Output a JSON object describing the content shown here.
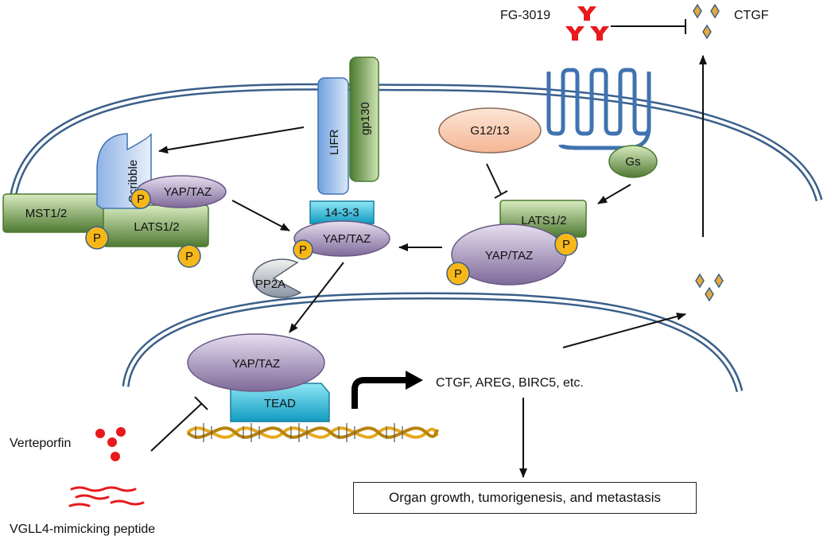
{
  "labels": {
    "fg3019": "FG-3019",
    "ctgf_top": "CTGF",
    "lifr": "LIFR",
    "gp130": "gp130",
    "g1213": "G12/13",
    "gs": "Gs",
    "scribble": "Scribble",
    "mst12": "MST1/2",
    "lats_left": "LATS1/2",
    "yaptaz_left": "YAP/TAZ",
    "p": "P",
    "protein1433": "14-3-3",
    "yaptaz_center": "YAP/TAZ",
    "pp2a": "PP2A",
    "lats_right": "LATS1/2",
    "yaptaz_right": "YAP/TAZ",
    "yaptaz_nuclear": "YAP/TAZ",
    "tead": "TEAD",
    "target_genes": "CTGF, AREG, BIRC5, etc.",
    "verteporfin": "Verteporfin",
    "vgll4": "VGLL4-mimicking peptide",
    "outcome": "Organ growth, tumorigenesis, and metastasis"
  },
  "colors": {
    "membrane": "#3a5f8a",
    "green_dark": "#4f7a32",
    "green_light": "#cfe3b4",
    "purple_dark": "#7e6a99",
    "purple_light": "#ddd3ea",
    "phospho": "#f6b718",
    "cyan": "#27c4e4",
    "scribble": "#a9c8ef",
    "g1213": "#f9d2b8",
    "receptor": "#3f73b0",
    "inhibitor_red": "#e8191c",
    "ctgf_diamond": "#e7a93a"
  }
}
